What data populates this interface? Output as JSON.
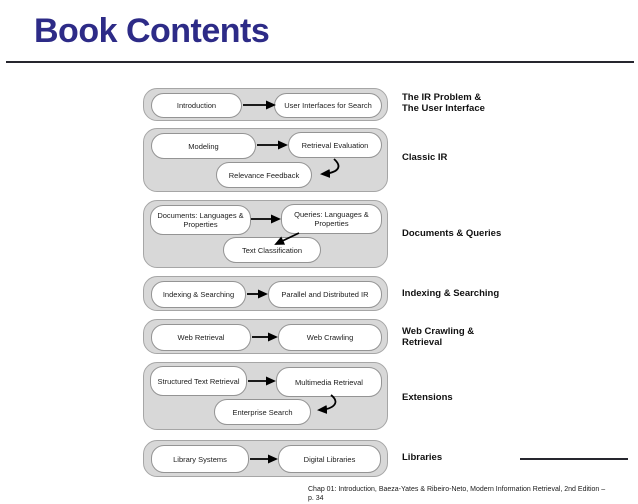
{
  "slide": {
    "title": "Book Contents",
    "footer_lines": [
      "Chap 01: Introduction, Baeza-Yates & Ribeiro-Neto, Modern Information Retrieval, 2nd Edition –",
      "p. 34"
    ]
  },
  "colors": {
    "title": "#2d2b87",
    "group_fill": "#d8d8d8",
    "group_border": "#a6a6a6",
    "node_fill": "#ffffff",
    "node_border": "#949494",
    "arrow": "#000000",
    "rule": "#26262e",
    "label": "#111111"
  },
  "groups": [
    {
      "label_lines": [
        "The IR Problem &",
        "The User Interface"
      ],
      "nodes": [
        "Introduction",
        "User Interfaces for Search"
      ]
    },
    {
      "label_lines": [
        "Classic IR"
      ],
      "nodes": [
        "Modeling",
        "Retrieval Evaluation",
        "Relevance Feedback"
      ]
    },
    {
      "label_lines": [
        "Documents & Queries"
      ],
      "nodes": [
        "Documents: Languages & Properties",
        "Queries: Languages & Properties",
        "Text Classification"
      ]
    },
    {
      "label_lines": [
        "Indexing & Searching"
      ],
      "nodes": [
        "Indexing & Searching",
        "Parallel and Distributed IR"
      ]
    },
    {
      "label_lines": [
        "Web Crawling &",
        "Retrieval"
      ],
      "nodes": [
        "Web Retrieval",
        "Web Crawling"
      ]
    },
    {
      "label_lines": [
        "Extensions"
      ],
      "nodes": [
        "Structured Text Retrieval",
        "Multimedia Retrieval",
        "Enterprise Search"
      ]
    },
    {
      "label_lines": [
        "Libraries"
      ],
      "nodes": [
        "Library Systems",
        "Digital Libraries"
      ]
    }
  ]
}
